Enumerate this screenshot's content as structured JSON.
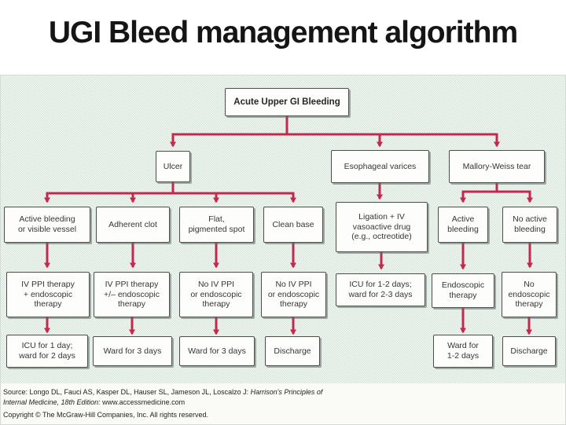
{
  "slide": {
    "title": "UGI Bleed management algorithm"
  },
  "flowchart": {
    "arrow_color": "#c22a4d",
    "box_background": "#fdfdfc",
    "box_border_color": "#4d4d4d",
    "background_color": "#dcebe1",
    "nodes": {
      "root": {
        "label": "Acute Upper GI Bleeding"
      },
      "ulcer": {
        "label": "Ulcer"
      },
      "esophageal_varices": {
        "label": "Esophageal varices"
      },
      "mallory_weiss_tear": {
        "label": "Mallory-Weiss tear"
      },
      "active_bleeding_or_visible_vessel": {
        "label": "Active bleeding\nor visible vessel"
      },
      "adherent_clot": {
        "label": "Adherent clot"
      },
      "flat_pigmented_spot": {
        "label": "Flat,\npigmented spot"
      },
      "clean_base": {
        "label": "Clean base"
      },
      "ligation_iv_vasoactive": {
        "label": "Ligation + IV\nvasoactive drug\n(e.g., octreotide)"
      },
      "active_bleeding": {
        "label": "Active\nbleeding"
      },
      "no_active_bleeding": {
        "label": "No active\nbleeding"
      },
      "iv_ppi_plus_endoscopic": {
        "label": "IV PPI therapy\n+ endoscopic\ntherapy"
      },
      "iv_ppi_plusminus_endoscopic": {
        "label": "IV PPI therapy\n+/– endoscopic\ntherapy"
      },
      "no_iv_ppi_endoscopic_1": {
        "label": "No IV PPI\nor endoscopic\ntherapy"
      },
      "no_iv_ppi_endoscopic_2": {
        "label": "No IV PPI\nor endoscopic\ntherapy"
      },
      "icu_1_2_days_ward_2_3_days": {
        "label": "ICU for 1-2 days;\nward for 2-3 days"
      },
      "endoscopic_therapy": {
        "label": "Endoscopic\ntherapy"
      },
      "no_endoscopic_therapy": {
        "label": "No\nendoscopic\ntherapy"
      },
      "icu_1_day_ward_2_days": {
        "label": "ICU for 1 day;\nward for 2 days"
      },
      "ward_3_days_1": {
        "label": "Ward for 3 days"
      },
      "ward_3_days_2": {
        "label": "Ward for 3 days"
      },
      "discharge_1": {
        "label": "Discharge"
      },
      "ward_1_2_days": {
        "label": "Ward for\n1-2 days"
      },
      "discharge_2": {
        "label": "Discharge"
      }
    }
  },
  "footer": {
    "source_prefix": "Source: Longo DL, Fauci AS, Kasper DL, Hauser SL, Jameson JL, Loscalzo J: ",
    "source_title": "Harrison's Principles of Internal Medicine, 18th Edition:",
    "source_suffix": " www.accessmedicine.com",
    "copyright": "Copyright © The McGraw-Hill Companies, Inc. All rights reserved."
  }
}
